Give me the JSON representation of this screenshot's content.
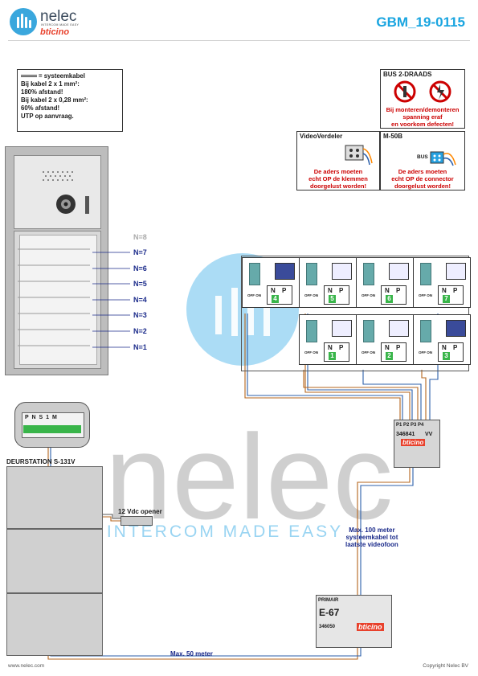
{
  "brand": {
    "name": "nelec",
    "tagline": "INTERCOM MADE EASY",
    "sub": "bticino"
  },
  "doc_number": "GBM_19-0115",
  "cable_note": {
    "line1": "= systeemkabel",
    "line2": "Bij kabel 2 x 1 mm²:",
    "line3": "180% afstand!",
    "line4": "Bij kabel 2 x 0,28 mm²:",
    "line5": "60% afstand!",
    "line6": "UTP op aanvraag."
  },
  "bus_warning": {
    "title": "BUS 2-DRAADS",
    "l1": "Bij monteren/demonteren",
    "l2": "spanning eraf",
    "l3": "en voorkom defecten!"
  },
  "videoverdeler": {
    "title": "VideoVerdeler",
    "l1": "De aders moeten",
    "l2": "echt OP de klemmen",
    "l3": "doorgelust worden!"
  },
  "m50b": {
    "title": "M-50B",
    "bus": "BUS",
    "l1": "De aders moeten",
    "l2": "echt OP de connector",
    "l3": "doorgelust worden!"
  },
  "n_labels": [
    "N=8",
    "N=7",
    "N=6",
    "N=5",
    "N=4",
    "N=3",
    "N=2",
    "N=1"
  ],
  "deurstation": {
    "title": "DEURSTATION S-131V",
    "opener": "12 Vdc opener",
    "terminals": "P N S 1 M"
  },
  "distributor": {
    "ports": [
      "P1",
      "P2",
      "P3",
      "P4"
    ],
    "model": "346841",
    "vv": "VV",
    "brand": "bticino"
  },
  "monitor_ui": {
    "off_on": "OFF ON",
    "n": "N",
    "p": "P"
  },
  "monitors_top": [
    "4",
    "5",
    "6",
    "7"
  ],
  "monitors_bottom": [
    "1",
    "2",
    "3"
  ],
  "primary": {
    "label": "PRIMAIR",
    "model": "E-67",
    "part": "346050",
    "brand": "bticino"
  },
  "notes": {
    "max100_1": "Max. 100 meter",
    "max100_2": "systeemkabel tot",
    "max100_3": "laatste videofoon",
    "max50": "Max. 50 meter"
  },
  "footer": {
    "left": "www.nelec.com",
    "right": "Copyright Nelec BV"
  },
  "watermark": {
    "word": "nelec",
    "tagline": "INTERCOM MADE EASY"
  },
  "colors": {
    "accent": "#1aa5e0",
    "warning": "#cc0000",
    "label_blue": "#1a2a8a",
    "green": "#39b54a"
  }
}
